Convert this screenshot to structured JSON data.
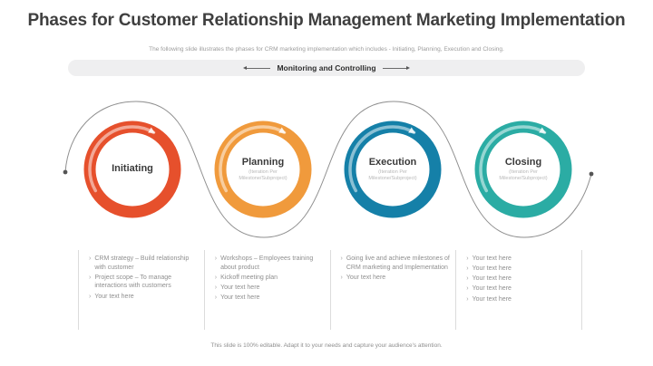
{
  "title": "Phases for Customer Relationship Management Marketing Implementation",
  "subtitle": "The following slide illustrates the phases for CRM marketing implementation which includes - Initiating, Planning, Execution and Closing.",
  "banner": {
    "label": "Monitoring and Controlling"
  },
  "icons": {
    "bullet": "›"
  },
  "colors": {
    "connector": "#8f8f8f",
    "divider": "#dcdcdc",
    "banner_bg": "#efeff0"
  },
  "phases": [
    {
      "name": "Initiating",
      "subtitle": "",
      "color": "#e6502c",
      "bullets": [
        "CRM strategy – Build relationship with customer",
        "Project scope – To manage interactions with customers",
        "Your text here"
      ]
    },
    {
      "name": "Planning",
      "subtitle": "(Iteration Per Milestone/Subproject)",
      "color": "#f09a3c",
      "bullets": [
        "Workshops – Employees training about product",
        "Kickoff meeting plan",
        "Your text here",
        "Your text here"
      ]
    },
    {
      "name": "Execution",
      "subtitle": "(Iteration Per Milestone/Subproject)",
      "color": "#1580a8",
      "bullets": [
        "Going live and achieve milestones of CRM marketing and Implementation",
        "Your text here"
      ]
    },
    {
      "name": "Closing",
      "subtitle": "(Iteration Per Milestone/Subproject)",
      "color": "#2baca4",
      "bullets": [
        "Your text here",
        "Your text here",
        "Your text here",
        "Your text here",
        "Your text here"
      ]
    }
  ],
  "footer": "This slide is 100% editable. Adapt it to your needs and capture your audience's attention."
}
